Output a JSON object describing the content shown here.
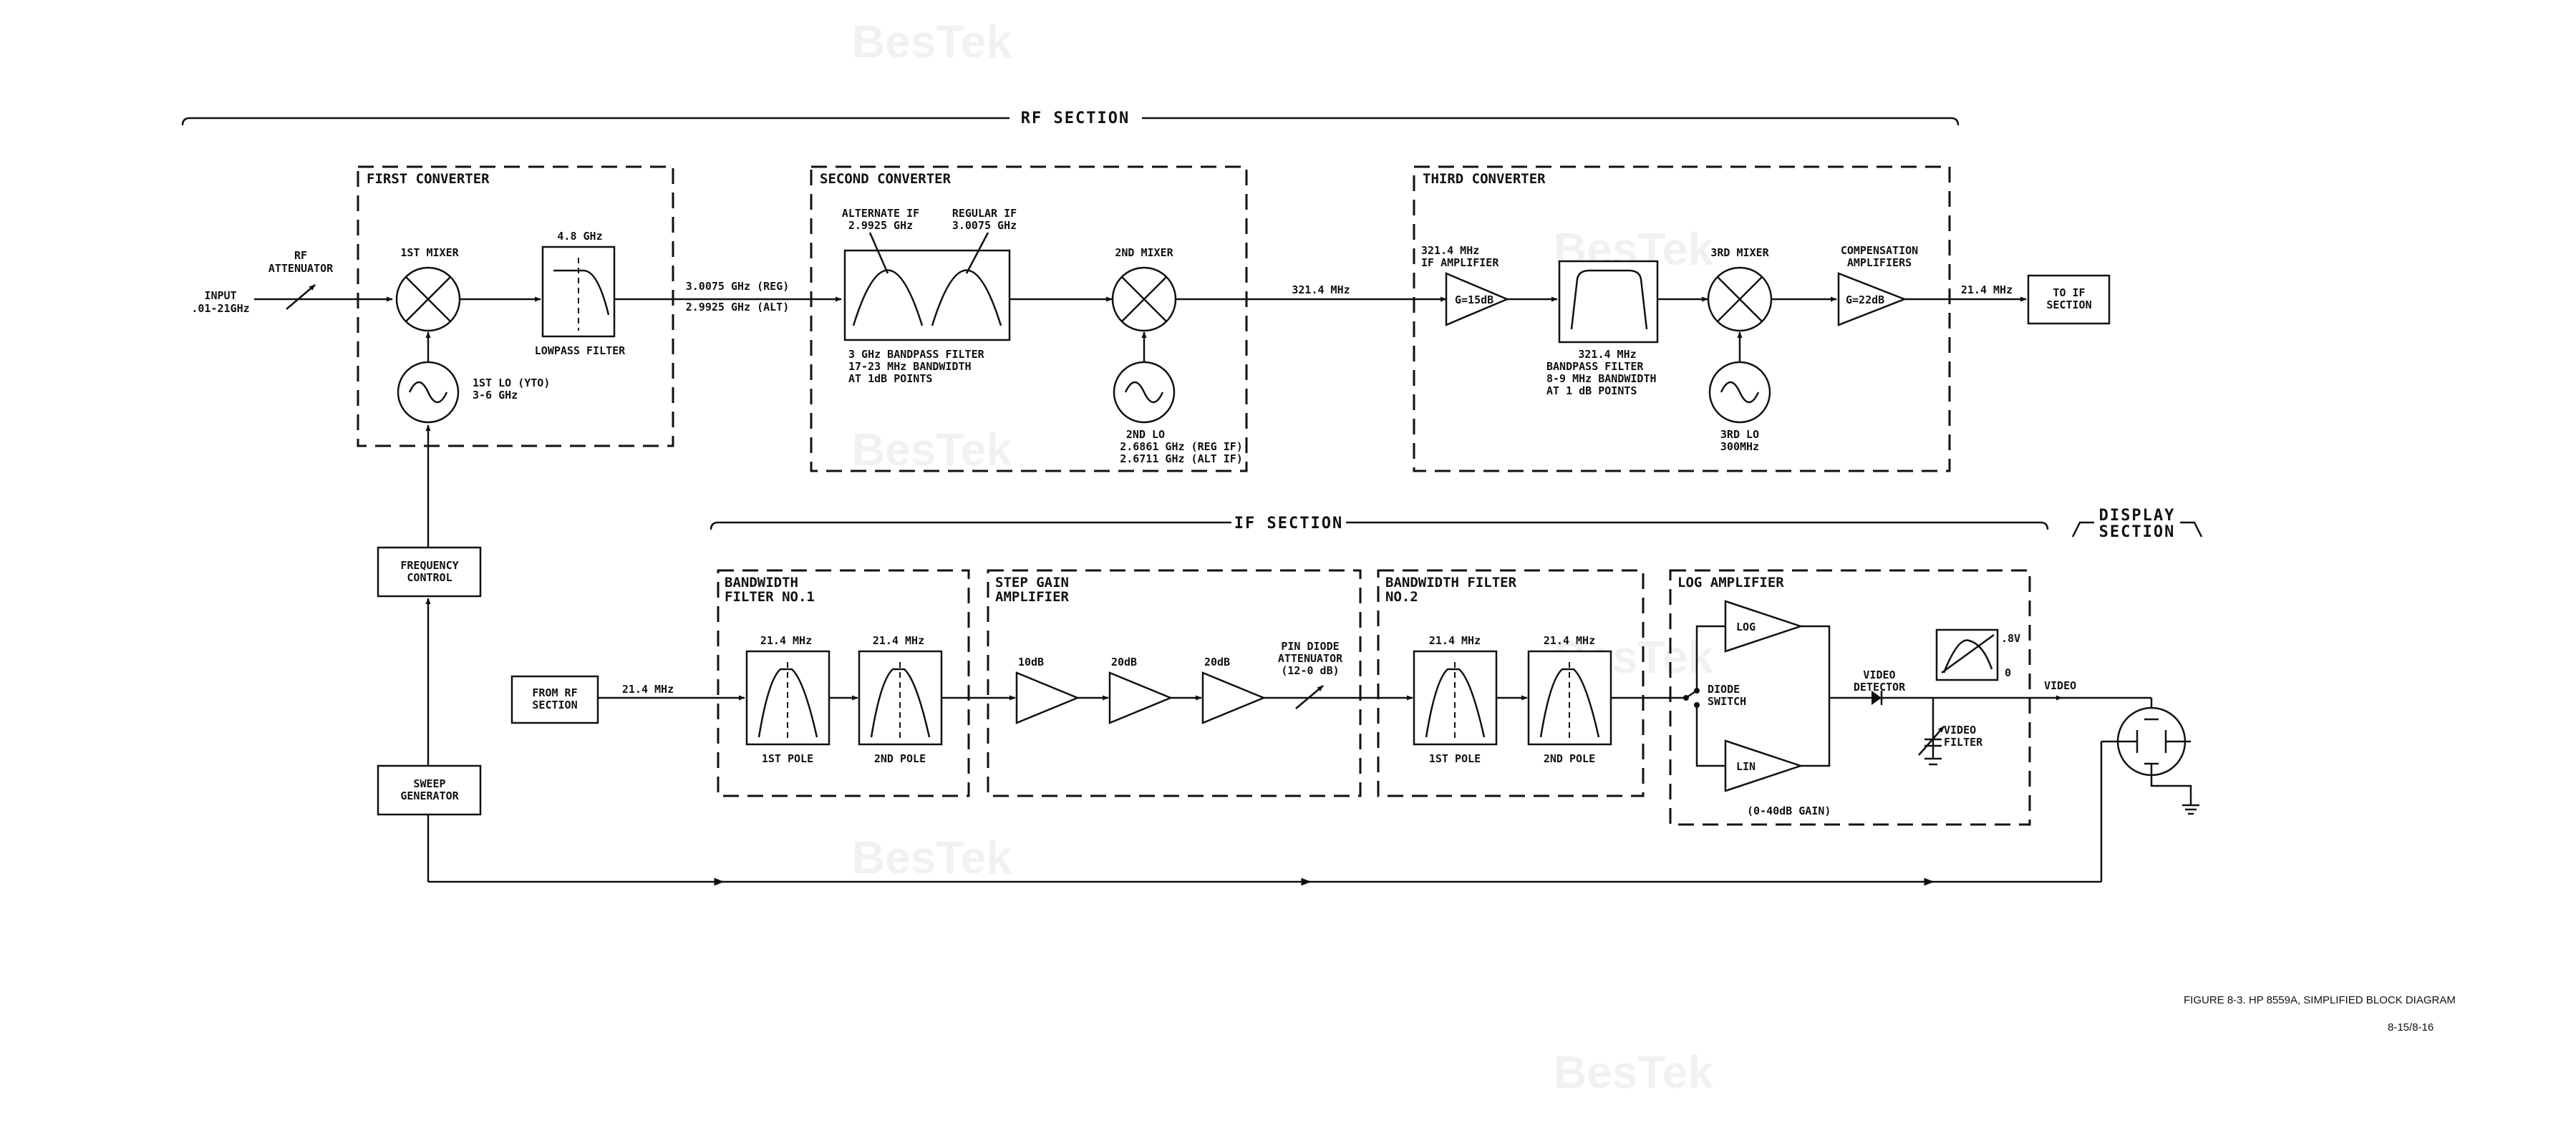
{
  "watermark": "BesTek",
  "sections": {
    "rf": "RF SECTION",
    "if": "IF SECTION",
    "display": [
      "DISPLAY",
      "SECTION"
    ]
  },
  "rf": {
    "input": [
      "INPUT",
      ".01-21GHz"
    ],
    "attenuator": [
      "RF",
      "ATTENUATOR"
    ],
    "first_converter": {
      "title": "FIRST CONVERTER",
      "mixer": "1ST MIXER",
      "lo": [
        "1ST LO (YTO)",
        "3-6 GHz"
      ],
      "filter_freq": "4.8 GHz",
      "filter": "LOWPASS FILTER"
    },
    "first_if": [
      "3.0075 GHz (REG)",
      "2.9925 GHz (ALT)"
    ],
    "second_converter": {
      "title": "SECOND CONVERTER",
      "alt_if": [
        "ALTERNATE IF",
        "2.9925 GHz"
      ],
      "reg_if": [
        "REGULAR IF",
        "3.0075 GHz"
      ],
      "filter": [
        "3 GHz BANDPASS FILTER",
        "17-23 MHz BANDWIDTH",
        "AT 1dB POINTS"
      ],
      "mixer": "2ND MIXER",
      "lo": [
        "2ND LO",
        "2.6861 GHz (REG IF)",
        "2.6711 GHz (ALT IF)"
      ]
    },
    "second_if": "321.4 MHz",
    "third_converter": {
      "title": "THIRD CONVERTER",
      "if_amp": [
        "321.4 MHz",
        "IF AMPLIFIER"
      ],
      "if_amp_gain": "G=15dB",
      "filter": [
        "321.4 MHz",
        "BANDPASS FILTER",
        "8-9 MHz BANDWIDTH",
        "AT 1 dB POINTS"
      ],
      "mixer": "3RD MIXER",
      "lo": [
        "3RD LO",
        "300MHz"
      ],
      "comp_amp": [
        "COMPENSATION",
        "AMPLIFIERS"
      ],
      "comp_gain": "G=22dB"
    },
    "out_freq": "21.4 MHz",
    "to_if": [
      "TO IF",
      "SECTION"
    ]
  },
  "control": {
    "frequency_control": [
      "FREQUENCY",
      "CONTROL"
    ],
    "sweep_generator": [
      "SWEEP",
      "GENERATOR"
    ]
  },
  "if": {
    "from_rf": [
      "FROM RF",
      "SECTION"
    ],
    "in_freq": "21.4 MHz",
    "bw_filter_1": {
      "title": [
        "BANDWIDTH",
        "FILTER NO.1"
      ],
      "freq_1": "21.4 MHz",
      "freq_2": "21.4 MHz",
      "pole_1": "1ST POLE",
      "pole_2": "2ND POLE"
    },
    "step_gain": {
      "title": [
        "STEP GAIN",
        "AMPLIFIER"
      ],
      "gains": [
        "10dB",
        "20dB",
        "20dB"
      ]
    },
    "pin_diode": [
      "PIN DIODE",
      "ATTENUATOR",
      "(12-0 dB)"
    ],
    "bw_filter_2": {
      "title": [
        "BANDWIDTH FILTER",
        "NO.2"
      ],
      "freq_1": "21.4 MHz",
      "freq_2": "21.4 MHz",
      "pole_1": "1ST POLE",
      "pole_2": "2ND POLE"
    },
    "log_amp": {
      "title": "LOG AMPLIFIER",
      "diode_switch": [
        "DIODE",
        "SWITCH"
      ],
      "log": "LOG",
      "lin": "LIN",
      "gain": "(0-40dB GAIN)"
    },
    "video_detector": [
      "VIDEO",
      "DETECTOR"
    ],
    "video_filter": [
      "VIDEO",
      "FILTER"
    ],
    "scale_high": ".8V",
    "scale_low": "0",
    "video": "VIDEO"
  },
  "caption": "FIGURE 8-3.    HP 8559A, SIMPLIFIED BLOCK DIAGRAM",
  "caption_ref": "8-15/8-16"
}
